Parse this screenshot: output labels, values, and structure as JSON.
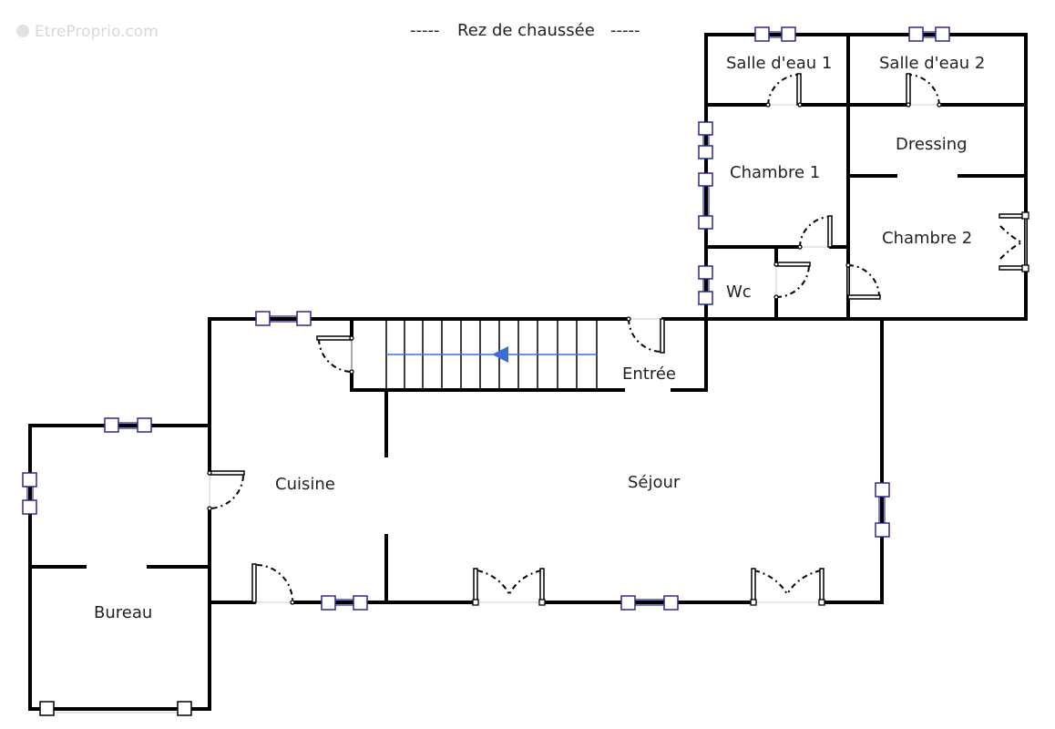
{
  "watermark": "EtreProprio.com",
  "title": "----- Rez de chaussée -----",
  "title_text": "Rez de chaussée",
  "rooms": {
    "salle_eau_1": "Salle d'eau 1",
    "salle_eau_2": "Salle d'eau 2",
    "dressing": "Dressing",
    "chambre_1": "Chambre 1",
    "chambre_2": "Chambre 2",
    "wc": "Wc",
    "entree": "Entrée",
    "cuisine": "Cuisine",
    "sejour": "Séjour",
    "bureau": "Bureau"
  },
  "colors": {
    "wall": "#000000",
    "window": "#2a2a8c",
    "stair_arrow": "#3b6fd6",
    "watermark": "#d8d8d8"
  }
}
